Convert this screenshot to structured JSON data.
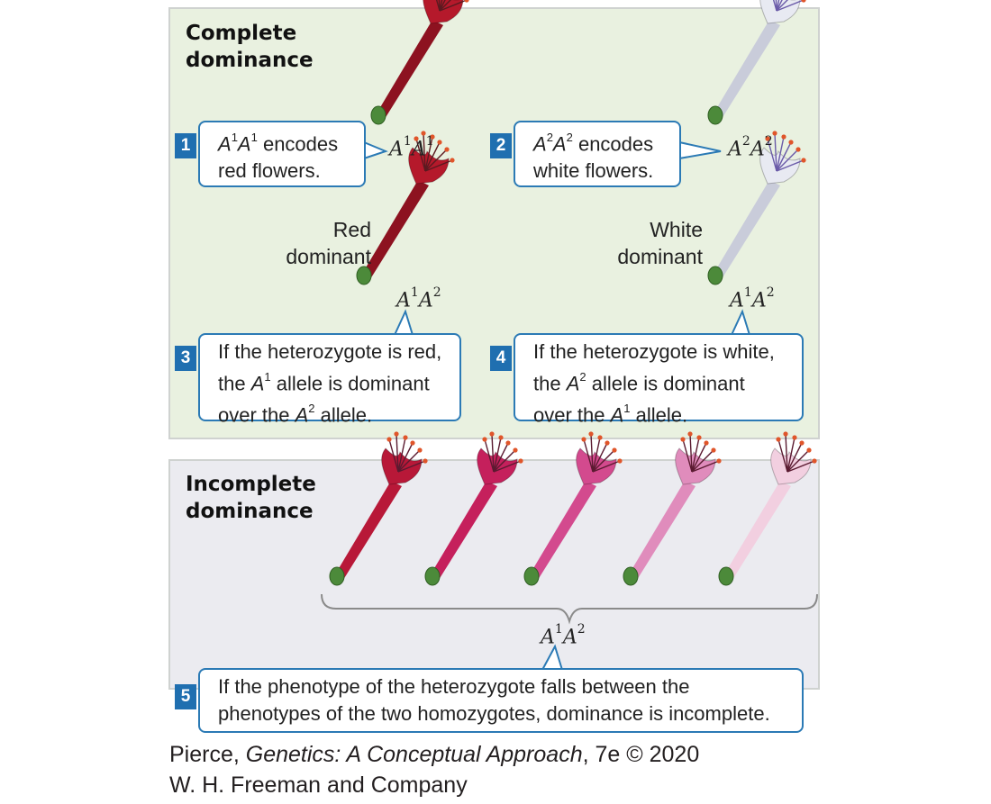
{
  "panels": {
    "complete": {
      "title": "Complete\ndominance",
      "red_dominant_label": "Red\ndominant",
      "white_dominant_label": "White\ndominant",
      "genotype_red": {
        "a": "1",
        "b": "1"
      },
      "genotype_white": {
        "a": "2",
        "b": "2"
      },
      "genotype_het_red": {
        "a": "1",
        "b": "2"
      },
      "genotype_het_white": {
        "a": "1",
        "b": "2"
      }
    },
    "incomplete": {
      "title": "Incomplete\ndominance",
      "genotype": {
        "a": "1",
        "b": "2"
      }
    }
  },
  "genotype_letter": "A",
  "callouts": [
    {
      "number": "1",
      "l1_pre": "",
      "l1_s1": "1",
      "l1_s2": "1",
      "l1_post": " encodes",
      "l2": "red flowers."
    },
    {
      "number": "2",
      "l1_pre": "",
      "l1_s1": "2",
      "l1_s2": "2",
      "l1_post": " encodes",
      "l2": "white flowers."
    },
    {
      "number": "3",
      "l1": "If the heterozygote is red,",
      "l2_pre": "the ",
      "l2_sup": "1",
      "l2_post": " allele is dominant",
      "l3_pre": "over the ",
      "l3_sup": "2",
      "l3_post": " allele."
    },
    {
      "number": "4",
      "l1": "If the heterozygote is white,",
      "l2_pre": "the ",
      "l2_sup": "2",
      "l2_post": " allele is dominant",
      "l3_pre": "over the ",
      "l3_sup": "1",
      "l3_post": " allele."
    },
    {
      "number": "5",
      "l1": "If the phenotype of the heterozygote falls between the",
      "l2": "phenotypes of the two homozygotes, dominance is incomplete."
    }
  ],
  "colors": {
    "callout_border": "#2b7ab5",
    "number_badge": "#1f6fb0",
    "top_panel_bg": "#e9f1e0",
    "bottom_panel_bg": "#ebebf0",
    "flower_red": "#b5192b",
    "flower_white": "#e8eaf2",
    "flower_gradient": [
      "#b81838",
      "#c5205c",
      "#d34a8e",
      "#e08cbc",
      "#f2cfe0"
    ]
  },
  "credit": {
    "l1_pre": "Pierce, ",
    "l1_italic": "Genetics: A Conceptual Approach",
    "l1_post": ", 7e © 2020",
    "l2": "W. H. Freeman and Company"
  }
}
